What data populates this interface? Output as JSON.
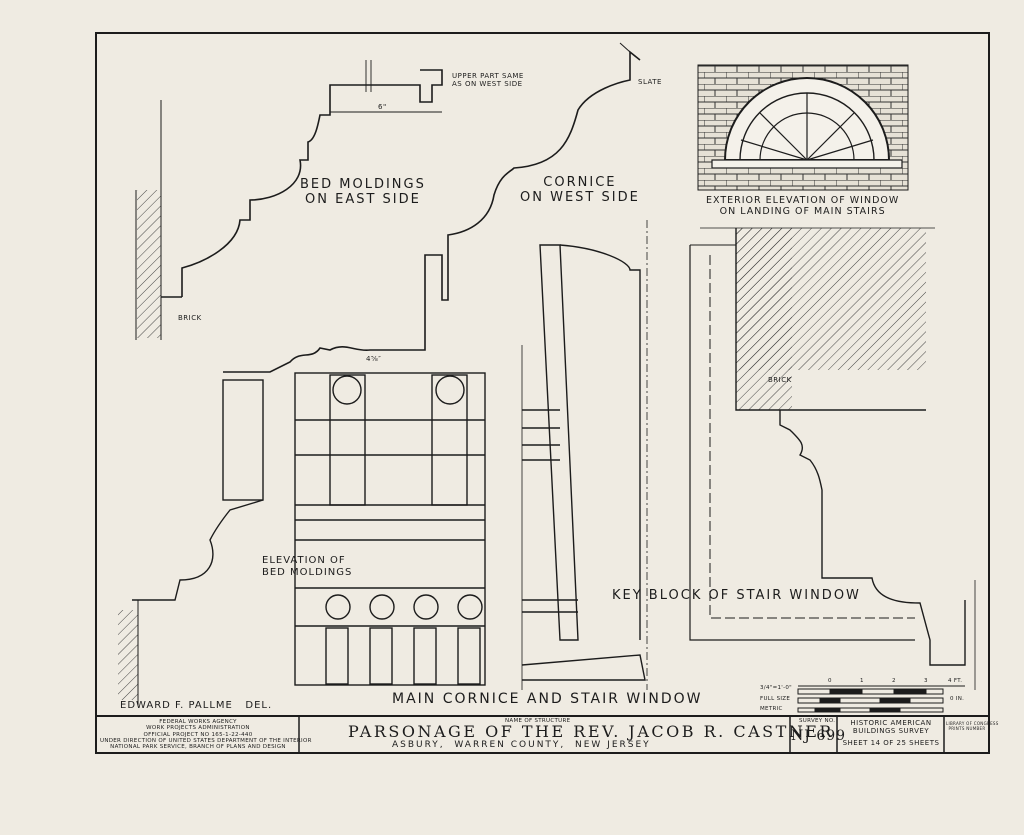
{
  "labels": {
    "upper_part": "UPPER PART SAME\nAS ON WEST SIDE",
    "dim_six": "6\"",
    "slate": "SLATE",
    "bed_moldings_east": "BED MOLDINGS\nON EAST SIDE",
    "cornice_west": "CORNICE\nON WEST SIDE",
    "window_caption": "EXTERIOR ELEVATION OF WINDOW\nON LANDING OF MAIN STAIRS",
    "brick_left": "BRICK",
    "brick_right": "BRICK",
    "dim_four": "4⅝″",
    "elevation_bed": "ELEVATION OF\nBED MOLDINGS",
    "key_block": "KEY BLOCK OF STAIR WINDOW",
    "main_title": "MAIN CORNICE AND STAIR WINDOW",
    "delineator": "EDWARD F. PALLME   DEL."
  },
  "scale": {
    "row1_label": "3/4\"=1'-0\"",
    "row2_label": "FULL SIZE",
    "row3_label": "METRIC",
    "ticks": [
      "0",
      "1",
      "2",
      "3",
      "4 FT."
    ],
    "inch_label": "0 IN."
  },
  "title_block": {
    "agency_lines": "FEDERAL WORKS AGENCY\nWORK PROJECTS ADMINISTRATION\nOFFICIAL PROJECT NO 165-1-22-440\nUNDER DIRECTION OF UNITED STATES DEPARTMENT OF THE INTERIOR\nNATIONAL PARK SERVICE, BRANCH OF PLANS AND DESIGN",
    "name_of_structure_label": "NAME OF STRUCTURE",
    "structure_name": "PARSONAGE OF THE REV. JACOB R. CASTNER",
    "location": "ASBURY,  WARREN COUNTY,  NEW JERSEY",
    "survey_no_label": "SURVEY NO.",
    "survey_no": "NJ 699",
    "survey_name": "HISTORIC AMERICAN\nBUILDINGS SURVEY",
    "sheet": "SHEET 14 OF 25 SHEETS",
    "library": "LIBRARY OF CONGRESS\nPRINTS NUMBER"
  },
  "colors": {
    "paper": "#efebe2",
    "ink": "#1c1c1c"
  }
}
